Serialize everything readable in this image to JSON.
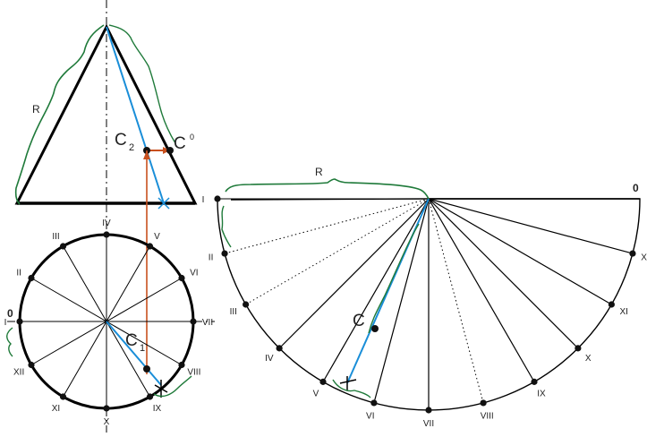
{
  "labels": {
    "R_left": "R",
    "R_right": "R",
    "zero_left": "0",
    "zero_right": "0",
    "C": "C",
    "C_sub_2": "2",
    "C_sub_1": "1",
    "C_sup_0": "0",
    "C_right": "C"
  },
  "roman": [
    "I",
    "II",
    "III",
    "IV",
    "V",
    "VI",
    "VII",
    "VIII",
    "IX",
    "X",
    "XI",
    "XII"
  ],
  "colors": {
    "line": "#000000",
    "generator": "#1a8ed8",
    "projection": "#c8501e",
    "annotation": "#1f7a3a",
    "point": "#111111"
  }
}
